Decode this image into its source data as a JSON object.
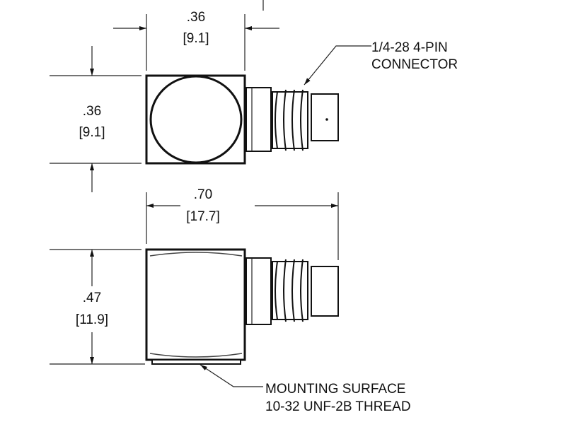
{
  "top_view": {
    "width_in": ".36",
    "width_mm": "[9.1]",
    "height_in": ".36",
    "height_mm": "[9.1]",
    "connector_note": [
      "1/4-28 4-PIN",
      "CONNECTOR"
    ]
  },
  "side_view": {
    "length_in": ".70",
    "length_mm": "[17.7]",
    "height_in": ".47",
    "height_mm": "[11.9]",
    "mounting_note": [
      "MOUNTING SURFACE",
      "10-32 UNF-2B THREAD"
    ]
  }
}
